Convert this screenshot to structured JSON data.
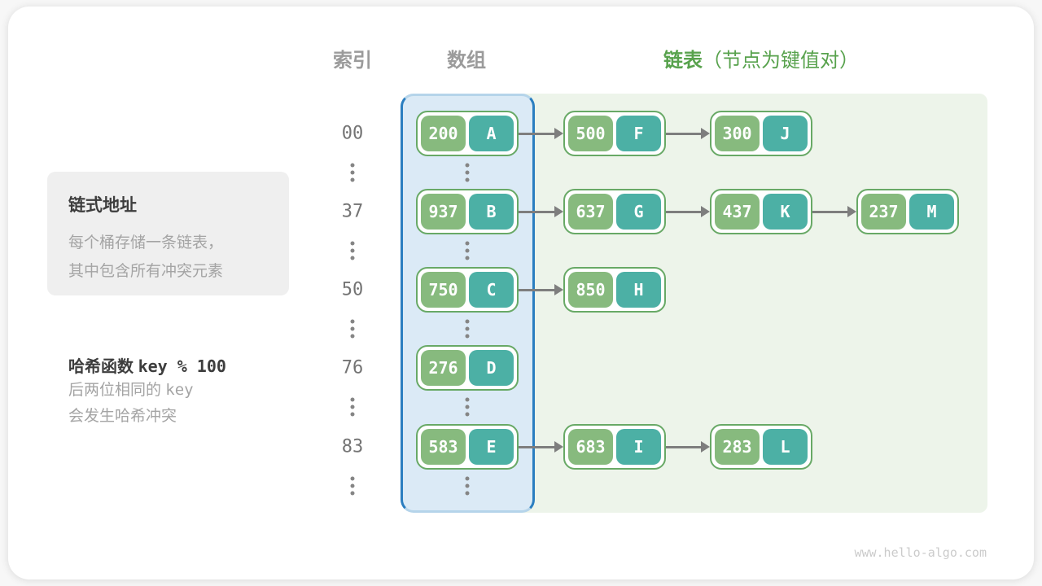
{
  "header": {
    "index_label": "索引",
    "array_label": "数组",
    "list_label": "链表",
    "list_note": "（节点为键值对）"
  },
  "info_box": {
    "title": "链式地址",
    "line1": "每个桶存储一条链表，",
    "line2": "其中包含所有冲突元素"
  },
  "hash_note": {
    "label": "哈希函数 ",
    "code": "key % 100",
    "line1_cn": "后两位相同的 ",
    "line1_code": "key",
    "line2": "会发生哈希冲突"
  },
  "watermark": "www.hello-algo.com",
  "colors": {
    "key_bg": "#87ba7e",
    "val_bg": "#4cb0a5",
    "node_border": "#68a966",
    "array_bg": "#dbeaf6",
    "array_border": "#2b7ec0",
    "list_bg": "#edf4ea",
    "arrow": "#7e7e7e",
    "green_text": "#58a24d"
  },
  "hash_table": {
    "rows": [
      {
        "index": "00",
        "bucket": {
          "key": "200",
          "value": "A"
        },
        "chain": [
          {
            "key": "500",
            "value": "F"
          },
          {
            "key": "300",
            "value": "J"
          }
        ]
      },
      {
        "index": "37",
        "bucket": {
          "key": "937",
          "value": "B"
        },
        "chain": [
          {
            "key": "637",
            "value": "G"
          },
          {
            "key": "437",
            "value": "K"
          },
          {
            "key": "237",
            "value": "M"
          }
        ]
      },
      {
        "index": "50",
        "bucket": {
          "key": "750",
          "value": "C"
        },
        "chain": [
          {
            "key": "850",
            "value": "H"
          }
        ]
      },
      {
        "index": "76",
        "bucket": {
          "key": "276",
          "value": "D"
        },
        "chain": []
      },
      {
        "index": "83",
        "bucket": {
          "key": "583",
          "value": "E"
        },
        "chain": [
          {
            "key": "683",
            "value": "I"
          },
          {
            "key": "283",
            "value": "L"
          }
        ]
      }
    ]
  }
}
